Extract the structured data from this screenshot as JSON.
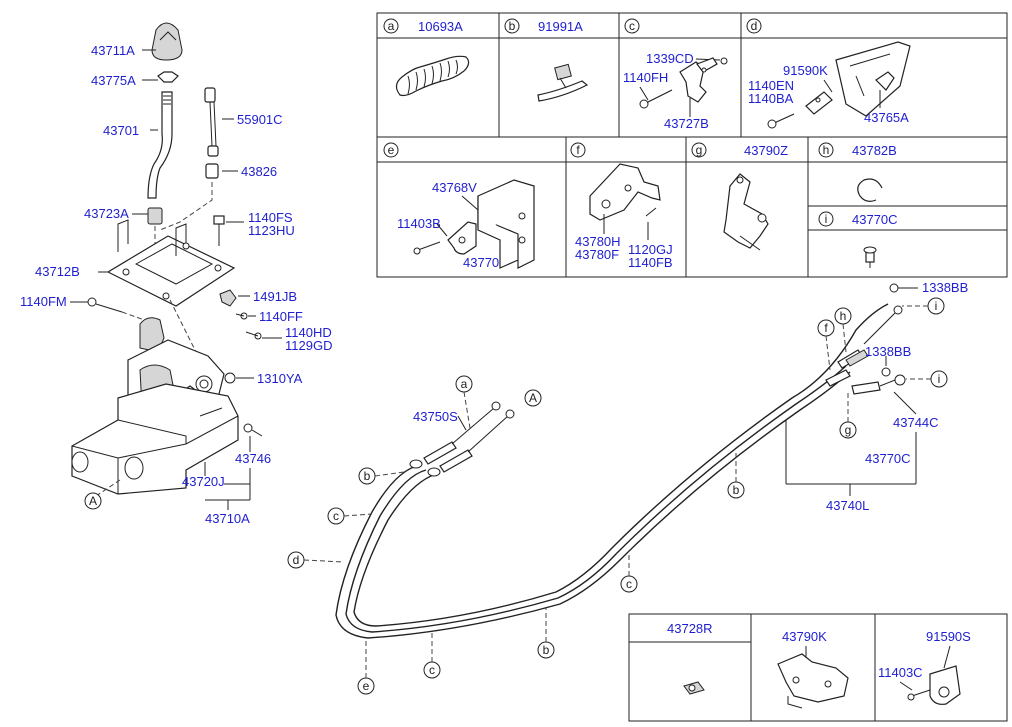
{
  "parts_table": {
    "cells": [
      {
        "letter": "a",
        "part": "10693A"
      },
      {
        "letter": "b",
        "part": "91991A"
      },
      {
        "letter": "c",
        "part": "1339CD",
        "subparts": [
          "1140FH",
          "43727B"
        ]
      },
      {
        "letter": "d",
        "part": "91590K",
        "subparts": [
          "1140EN",
          "1140BA",
          "43765A"
        ]
      },
      {
        "letter": "e",
        "part": "43768V",
        "subparts": [
          "11403B",
          "43770I"
        ]
      },
      {
        "letter": "f",
        "part": "43780H",
        "subparts": [
          "43780F",
          "1120GJ",
          "1140FB"
        ]
      },
      {
        "letter": "g",
        "part": "43790Z"
      },
      {
        "letter": "h",
        "part": "43782B"
      },
      {
        "letter": "i",
        "part": "43770C"
      }
    ]
  },
  "shifter_labels": {
    "knob": "43711A",
    "nut": "43775A",
    "lever": "43701",
    "pipe": "55901C",
    "fitting": "43826",
    "bushing": "43723A",
    "bolt_1140fs": "1140FS",
    "bolt_1123hu": "1123HU",
    "plate": "43712B",
    "bolt_1140fm": "1140FM",
    "clip_1491jb": "1491JB",
    "bolt_1140ff": "1140FF",
    "bolt_1140hd": "1140HD",
    "bolt_1129gd": "1129GD",
    "nut_1310ya": "1310YA",
    "bolt_43746": "43746",
    "housing": "43720J",
    "assembly": "43710A",
    "ref_a": "A"
  },
  "cable_labels": {
    "cable_43750s": "43750S",
    "ref_a": "A",
    "cap_1338bb_top": "1338BB",
    "cap_1338bb_mid": "1338BB",
    "end_43744c": "43744C",
    "end_43770c": "43770C",
    "cable_assy": "43740L",
    "callout_letters": [
      "a",
      "b",
      "c",
      "d",
      "e",
      "c",
      "b",
      "c",
      "b",
      "f",
      "h",
      "g",
      "i",
      "i"
    ]
  },
  "bottom_table": {
    "c1": "43728R",
    "c2": "43790K",
    "c3_a": "91590S",
    "c3_b": "11403C"
  }
}
